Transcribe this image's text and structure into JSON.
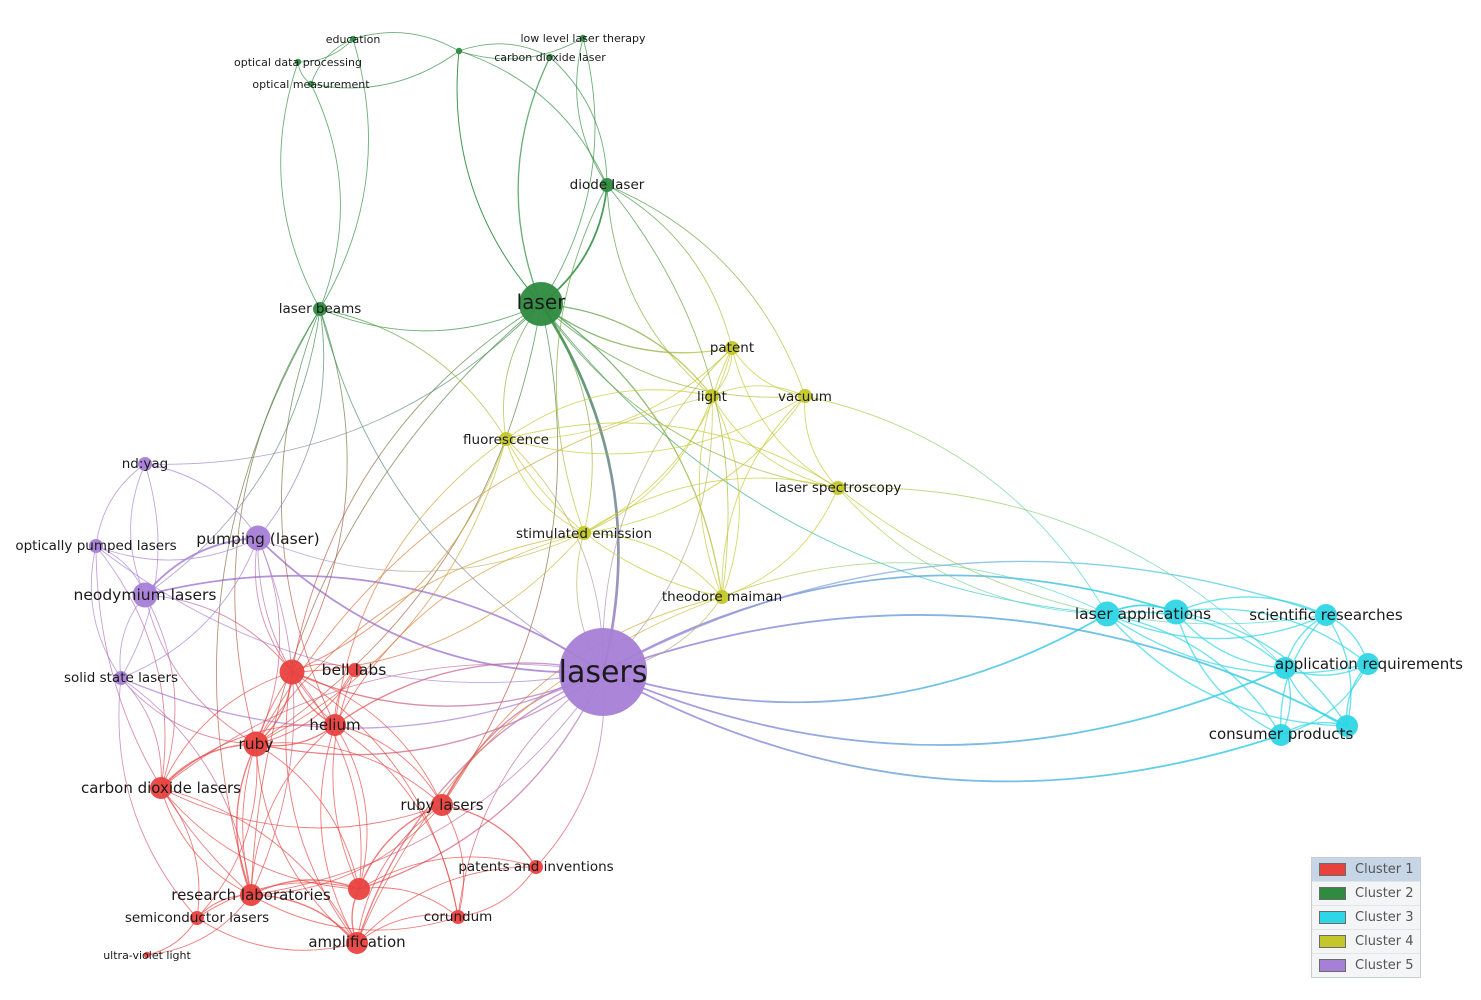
{
  "network": {
    "clusters": [
      {
        "id": 1,
        "label": "Cluster 1",
        "color": "#e8423f"
      },
      {
        "id": 2,
        "label": "Cluster 2",
        "color": "#2e8b3f"
      },
      {
        "id": 3,
        "label": "Cluster 3",
        "color": "#2fd6e6"
      },
      {
        "id": 4,
        "label": "Cluster 4",
        "color": "#c3c72a"
      },
      {
        "id": 5,
        "label": "Cluster 5",
        "color": "#a67fd6"
      }
    ],
    "nodes": [
      {
        "id": "lasers",
        "label": "lasers",
        "cluster": 5,
        "weight": 10
      },
      {
        "id": "pumping",
        "label": "pumping (laser)",
        "cluster": 5,
        "weight": 3
      },
      {
        "id": "neodymium",
        "label": "neodymium lasers",
        "cluster": 5,
        "weight": 3
      },
      {
        "id": "ndyag",
        "label": "nd:yag",
        "cluster": 5,
        "weight": 1
      },
      {
        "id": "optpumped",
        "label": "optically pumped lasers",
        "cluster": 5,
        "weight": 1
      },
      {
        "id": "solidstate",
        "label": "solid state lasers",
        "cluster": 5,
        "weight": 1
      },
      {
        "id": "laser",
        "label": "laser",
        "cluster": 2,
        "weight": 6
      },
      {
        "id": "diodelaser",
        "label": "diode laser",
        "cluster": 2,
        "weight": 1
      },
      {
        "id": "laserbeams",
        "label": "laser beams",
        "cluster": 2,
        "weight": 1
      },
      {
        "id": "education",
        "label": "education",
        "cluster": 2,
        "weight": 0
      },
      {
        "id": "optdata",
        "label": "optical data processing",
        "cluster": 2,
        "weight": 0
      },
      {
        "id": "optmeas",
        "label": "optical measurement",
        "cluster": 2,
        "weight": 0
      },
      {
        "id": "lowlevel",
        "label": "low level laser therapy",
        "cluster": 2,
        "weight": 0
      },
      {
        "id": "co2laser",
        "label": "carbon dioxide laser",
        "cluster": 2,
        "weight": 0
      },
      {
        "id": "hub2",
        "label": "",
        "cluster": 2,
        "weight": 0
      },
      {
        "id": "patent",
        "label": "patent",
        "cluster": 4,
        "weight": 1
      },
      {
        "id": "light",
        "label": "light",
        "cluster": 4,
        "weight": 1
      },
      {
        "id": "vacuum",
        "label": "vacuum",
        "cluster": 4,
        "weight": 1
      },
      {
        "id": "fluorescence",
        "label": "fluorescence",
        "cluster": 4,
        "weight": 1
      },
      {
        "id": "laserspec",
        "label": "laser spectroscopy",
        "cluster": 4,
        "weight": 1
      },
      {
        "id": "stimemission",
        "label": "stimulated emission",
        "cluster": 4,
        "weight": 1
      },
      {
        "id": "maiman",
        "label": "theodore maiman",
        "cluster": 4,
        "weight": 1
      },
      {
        "id": "laserapps",
        "label": "laser applications",
        "cluster": 3,
        "weight": 3
      },
      {
        "id": "laserapps2",
        "label": "",
        "cluster": 3,
        "weight": 3
      },
      {
        "id": "sciresearch",
        "label": "scientific researches",
        "cluster": 3,
        "weight": 2
      },
      {
        "id": "appreq",
        "label": "application requirements",
        "cluster": 3,
        "weight": 2
      },
      {
        "id": "appreq2",
        "label": "",
        "cluster": 3,
        "weight": 2
      },
      {
        "id": "consumer",
        "label": "consumer products",
        "cluster": 3,
        "weight": 2
      },
      {
        "id": "consumer2",
        "label": "",
        "cluster": 3,
        "weight": 2
      },
      {
        "id": "belllabs",
        "label": "bell labs",
        "cluster": 1,
        "weight": 3
      },
      {
        "id": "belllabs2",
        "label": "",
        "cluster": 1,
        "weight": 1
      },
      {
        "id": "helium",
        "label": "helium",
        "cluster": 1,
        "weight": 2
      },
      {
        "id": "ruby",
        "label": "ruby",
        "cluster": 1,
        "weight": 3
      },
      {
        "id": "co2lasers",
        "label": "carbon dioxide lasers",
        "cluster": 1,
        "weight": 2
      },
      {
        "id": "rubylasers",
        "label": "ruby lasers",
        "cluster": 1,
        "weight": 2
      },
      {
        "id": "patentsinv",
        "label": "patents and inventions",
        "cluster": 1,
        "weight": 1
      },
      {
        "id": "research",
        "label": "research laboratories",
        "cluster": 1,
        "weight": 2
      },
      {
        "id": "research2",
        "label": "",
        "cluster": 1,
        "weight": 2
      },
      {
        "id": "semicond",
        "label": "semiconductor lasers",
        "cluster": 1,
        "weight": 1
      },
      {
        "id": "uv",
        "label": "ultra-violet light",
        "cluster": 1,
        "weight": 0
      },
      {
        "id": "corundum",
        "label": "corundum",
        "cluster": 1,
        "weight": 1
      },
      {
        "id": "amplification",
        "label": "amplification",
        "cluster": 1,
        "weight": 2
      }
    ],
    "edges": [
      [
        "lasers",
        "laser",
        3
      ],
      [
        "lasers",
        "pumping",
        2
      ],
      [
        "lasers",
        "neodymium",
        2
      ],
      [
        "lasers",
        "solidstate",
        1.5
      ],
      [
        "lasers",
        "laserapps",
        2
      ],
      [
        "lasers",
        "laserapps2",
        2
      ],
      [
        "lasers",
        "consumer",
        2
      ],
      [
        "lasers",
        "consumer2",
        2
      ],
      [
        "lasers",
        "appreq",
        2
      ],
      [
        "lasers",
        "sciresearch",
        1.5
      ],
      [
        "lasers",
        "maiman",
        1
      ],
      [
        "lasers",
        "stimemission",
        1
      ],
      [
        "lasers",
        "fluorescence",
        1
      ],
      [
        "lasers",
        "belllabs",
        1.5
      ],
      [
        "lasers",
        "helium",
        1.5
      ],
      [
        "lasers",
        "ruby",
        1.5
      ],
      [
        "lasers",
        "rubylasers",
        1.5
      ],
      [
        "lasers",
        "research2",
        1.5
      ],
      [
        "lasers",
        "amplification",
        1.5
      ],
      [
        "lasers",
        "patentsinv",
        1
      ],
      [
        "lasers",
        "co2lasers",
        1
      ],
      [
        "lasers",
        "optpumped",
        1
      ],
      [
        "lasers",
        "corundum",
        1
      ],
      [
        "lasers",
        "research",
        1
      ],
      [
        "lasers",
        "light",
        1
      ],
      [
        "lasers",
        "patent",
        1
      ],
      [
        "laser",
        "diodelaser",
        2
      ],
      [
        "laser",
        "laserbeams",
        1
      ],
      [
        "laser",
        "patent",
        1.5
      ],
      [
        "laser",
        "light",
        1.5
      ],
      [
        "laser",
        "vacuum",
        1
      ],
      [
        "laser",
        "maiman",
        1.5
      ],
      [
        "laser",
        "fluorescence",
        1
      ],
      [
        "laser",
        "stimemission",
        1
      ],
      [
        "laser",
        "laserapps",
        1
      ],
      [
        "laser",
        "co2laser",
        1.5
      ],
      [
        "laser",
        "lowlevel",
        1
      ],
      [
        "laser",
        "hub2",
        1
      ],
      [
        "laser",
        "belllabs",
        1
      ],
      [
        "laser",
        "ruby",
        1
      ],
      [
        "laser",
        "research",
        1
      ],
      [
        "laser",
        "ndyag",
        1
      ],
      [
        "laser",
        "laserspec",
        1
      ],
      [
        "laser",
        "rubylasers",
        1
      ],
      [
        "diodelaser",
        "co2laser",
        1
      ],
      [
        "diodelaser",
        "lowlevel",
        1
      ],
      [
        "diodelaser",
        "hub2",
        1
      ],
      [
        "diodelaser",
        "patent",
        1
      ],
      [
        "diodelaser",
        "light",
        1
      ],
      [
        "diodelaser",
        "vacuum",
        1
      ],
      [
        "diodelaser",
        "stimemission",
        1
      ],
      [
        "diodelaser",
        "maiman",
        1
      ],
      [
        "hub2",
        "education",
        1
      ],
      [
        "hub2",
        "co2laser",
        1
      ],
      [
        "hub2",
        "lowlevel",
        1
      ],
      [
        "hub2",
        "optmeas",
        1
      ],
      [
        "hub2",
        "laser",
        1
      ],
      [
        "education",
        "optdata",
        1
      ],
      [
        "education",
        "optmeas",
        1
      ],
      [
        "education",
        "laserbeams",
        1
      ],
      [
        "optdata",
        "laserbeams",
        1
      ],
      [
        "optmeas",
        "laserbeams",
        1
      ],
      [
        "optdata",
        "optmeas",
        1
      ],
      [
        "laserbeams",
        "neodymium",
        1
      ],
      [
        "laserbeams",
        "ruby",
        1
      ],
      [
        "laserbeams",
        "belllabs",
        1
      ],
      [
        "laserbeams",
        "helium",
        1
      ],
      [
        "laserbeams",
        "fluorescence",
        1
      ],
      [
        "laserbeams",
        "research",
        1
      ],
      [
        "laserbeams",
        "pumping",
        1
      ],
      [
        "laserbeams",
        "lasers",
        1
      ],
      [
        "patent",
        "light",
        1
      ],
      [
        "patent",
        "vacuum",
        1
      ],
      [
        "patent",
        "fluorescence",
        1
      ],
      [
        "patent",
        "laserspec",
        1
      ],
      [
        "patent",
        "stimemission",
        1
      ],
      [
        "patent",
        "maiman",
        1
      ],
      [
        "light",
        "vacuum",
        1
      ],
      [
        "light",
        "fluorescence",
        1
      ],
      [
        "light",
        "stimemission",
        1
      ],
      [
        "light",
        "laserspec",
        1
      ],
      [
        "light",
        "maiman",
        1
      ],
      [
        "light",
        "ruby",
        1
      ],
      [
        "vacuum",
        "fluorescence",
        1
      ],
      [
        "vacuum",
        "laserspec",
        1
      ],
      [
        "vacuum",
        "stimemission",
        1
      ],
      [
        "vacuum",
        "maiman",
        1
      ],
      [
        "vacuum",
        "laserapps",
        1
      ],
      [
        "fluorescence",
        "stimemission",
        1
      ],
      [
        "fluorescence",
        "laserspec",
        1
      ],
      [
        "fluorescence",
        "maiman",
        1
      ],
      [
        "fluorescence",
        "ruby",
        1
      ],
      [
        "fluorescence",
        "helium",
        1
      ],
      [
        "fluorescence",
        "belllabs",
        1
      ],
      [
        "laserspec",
        "stimemission",
        1
      ],
      [
        "laserspec",
        "maiman",
        1
      ],
      [
        "laserspec",
        "laserapps",
        1
      ],
      [
        "laserspec",
        "appreq",
        1
      ],
      [
        "laserspec",
        "sciresearch",
        1
      ],
      [
        "stimemission",
        "maiman",
        1
      ],
      [
        "stimemission",
        "ruby",
        1
      ],
      [
        "stimemission",
        "belllabs",
        1
      ],
      [
        "stimemission",
        "helium",
        1
      ],
      [
        "stimemission",
        "pumping",
        1
      ],
      [
        "maiman",
        "amplification",
        1
      ],
      [
        "maiman",
        "laserapps",
        1
      ],
      [
        "maiman",
        "rubylasers",
        1
      ],
      [
        "laserapps",
        "laserapps2",
        2
      ],
      [
        "laserapps",
        "sciresearch",
        1.5
      ],
      [
        "laserapps",
        "appreq",
        1.5
      ],
      [
        "laserapps",
        "appreq2",
        1.5
      ],
      [
        "laserapps",
        "consumer",
        1.5
      ],
      [
        "laserapps",
        "consumer2",
        1.5
      ],
      [
        "laserapps2",
        "sciresearch",
        1.5
      ],
      [
        "laserapps2",
        "appreq",
        1.5
      ],
      [
        "laserapps2",
        "appreq2",
        1.5
      ],
      [
        "laserapps2",
        "consumer",
        1.5
      ],
      [
        "laserapps2",
        "consumer2",
        1.5
      ],
      [
        "sciresearch",
        "appreq",
        1.5
      ],
      [
        "sciresearch",
        "appreq2",
        1.5
      ],
      [
        "sciresearch",
        "consumer",
        1.5
      ],
      [
        "sciresearch",
        "consumer2",
        1.5
      ],
      [
        "appreq",
        "appreq2",
        1.5
      ],
      [
        "appreq",
        "consumer",
        1.5
      ],
      [
        "appreq",
        "consumer2",
        1.5
      ],
      [
        "appreq2",
        "consumer",
        1.5
      ],
      [
        "appreq2",
        "consumer2",
        1.5
      ],
      [
        "consumer",
        "consumer2",
        1.5
      ],
      [
        "pumping",
        "neodymium",
        2
      ],
      [
        "pumping",
        "optpumped",
        1
      ],
      [
        "pumping",
        "ndyag",
        1
      ],
      [
        "pumping",
        "solidstate",
        1
      ],
      [
        "pumping",
        "belllabs",
        1
      ],
      [
        "pumping",
        "ruby",
        1
      ],
      [
        "pumping",
        "helium",
        1
      ],
      [
        "pumping",
        "research",
        1
      ],
      [
        "neodymium",
        "optpumped",
        1
      ],
      [
        "neodymium",
        "ndyag",
        1
      ],
      [
        "neodymium",
        "solidstate",
        1
      ],
      [
        "neodymium",
        "belllabs",
        1
      ],
      [
        "neodymium",
        "ruby",
        1
      ],
      [
        "neodymium",
        "co2lasers",
        1
      ],
      [
        "ndyag",
        "optpumped",
        1
      ],
      [
        "ndyag",
        "solidstate",
        1
      ],
      [
        "optpumped",
        "solidstate",
        1
      ],
      [
        "optpumped",
        "co2lasers",
        1
      ],
      [
        "optpumped",
        "research",
        1
      ],
      [
        "solidstate",
        "co2lasers",
        1
      ],
      [
        "solidstate",
        "ruby",
        1
      ],
      [
        "solidstate",
        "research",
        1
      ],
      [
        "solidstate",
        "semicond",
        1
      ],
      [
        "belllabs",
        "belllabs2",
        1
      ],
      [
        "belllabs",
        "helium",
        1.5
      ],
      [
        "belllabs",
        "ruby",
        1.5
      ],
      [
        "belllabs",
        "co2lasers",
        1
      ],
      [
        "belllabs",
        "rubylasers",
        1
      ],
      [
        "belllabs",
        "research",
        1
      ],
      [
        "belllabs",
        "research2",
        1
      ],
      [
        "belllabs",
        "amplification",
        1
      ],
      [
        "belllabs",
        "corundum",
        1
      ],
      [
        "belllabs2",
        "helium",
        1
      ],
      [
        "belllabs2",
        "ruby",
        1
      ],
      [
        "belllabs2",
        "research2",
        1
      ],
      [
        "helium",
        "ruby",
        1.5
      ],
      [
        "helium",
        "co2lasers",
        1
      ],
      [
        "helium",
        "rubylasers",
        1
      ],
      [
        "helium",
        "research",
        1
      ],
      [
        "helium",
        "research2",
        1
      ],
      [
        "helium",
        "amplification",
        1
      ],
      [
        "helium",
        "corundum",
        1
      ],
      [
        "ruby",
        "co2lasers",
        1.5
      ],
      [
        "ruby",
        "rubylasers",
        1
      ],
      [
        "ruby",
        "research",
        1.5
      ],
      [
        "ruby",
        "research2",
        1
      ],
      [
        "ruby",
        "amplification",
        1
      ],
      [
        "ruby",
        "semicond",
        1
      ],
      [
        "co2lasers",
        "research",
        1
      ],
      [
        "co2lasers",
        "semicond",
        1
      ],
      [
        "co2lasers",
        "rubylasers",
        1
      ],
      [
        "co2lasers",
        "amplification",
        1
      ],
      [
        "co2lasers",
        "research2",
        1
      ],
      [
        "rubylasers",
        "patentsinv",
        1.5
      ],
      [
        "rubylasers",
        "research2",
        1.5
      ],
      [
        "rubylasers",
        "corundum",
        1
      ],
      [
        "rubylasers",
        "amplification",
        1
      ],
      [
        "rubylasers",
        "research",
        1
      ],
      [
        "patentsinv",
        "research2",
        1
      ],
      [
        "patentsinv",
        "corundum",
        1
      ],
      [
        "patentsinv",
        "amplification",
        1
      ],
      [
        "research",
        "research2",
        1.5
      ],
      [
        "research",
        "semicond",
        1
      ],
      [
        "research",
        "amplification",
        1.5
      ],
      [
        "research",
        "corundum",
        1
      ],
      [
        "research",
        "uv",
        1
      ],
      [
        "research2",
        "amplification",
        1.5
      ],
      [
        "research2",
        "corundum",
        1
      ],
      [
        "research2",
        "semicond",
        1
      ],
      [
        "semicond",
        "uv",
        1
      ],
      [
        "semicond",
        "amplification",
        1
      ],
      [
        "amplification",
        "corundum",
        1
      ]
    ]
  },
  "legend": {
    "selected": 1
  }
}
